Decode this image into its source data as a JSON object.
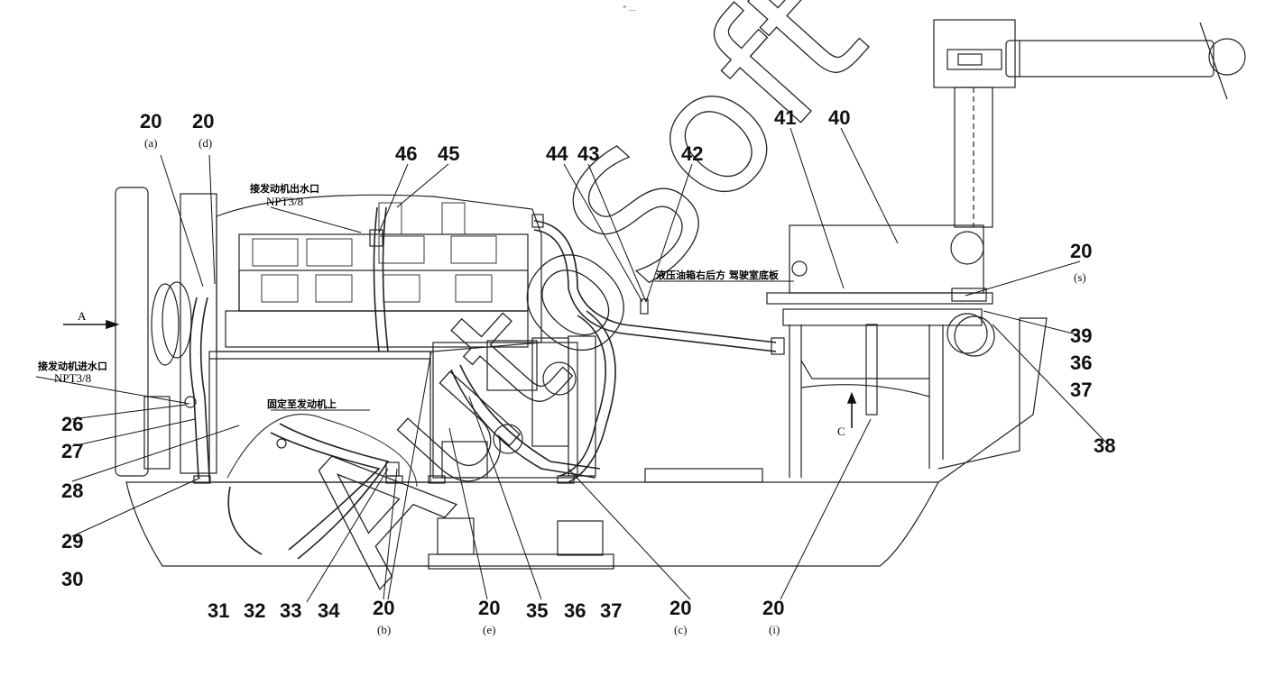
{
  "top_mark": "⁼ ...",
  "view_labels": {
    "a": "A",
    "c": "C"
  },
  "notes": {
    "water_outlet": "接发动机出水口",
    "water_outlet_spec": "NPT3/8",
    "water_inlet": "接发动机进水口",
    "water_inlet_spec": "NPT3/8",
    "fix_on_engine": "固定至发动机上",
    "hydraulic_tank": "液压油箱右后方 驾驶室底板"
  },
  "callouts": {
    "c20a": "20",
    "c20a_sub": "(a)",
    "c20d": "20",
    "c20d_sub": "(d)",
    "c46": "46",
    "c45": "45",
    "c44": "44",
    "c43": "43",
    "c42": "42",
    "c41": "41",
    "c40": "40",
    "c20s": "20",
    "c20s_sub": "(s)",
    "c39": "39",
    "c36r": "36",
    "c37r": "37",
    "c38": "38",
    "c26": "26",
    "c27": "27",
    "c28": "28",
    "c29": "29",
    "c30": "30",
    "c31": "31",
    "c32": "32",
    "c33": "33",
    "c34": "34",
    "c20b": "20",
    "c20b_sub": "(b)",
    "c20e": "20",
    "c20e_sub": "(e)",
    "c35": "35",
    "c36b": "36",
    "c37b": "37",
    "c20c": "20",
    "c20c_sub": "(c)",
    "c20i": "20",
    "c20i_sub": "(i)"
  },
  "watermark": "AutoSoft"
}
